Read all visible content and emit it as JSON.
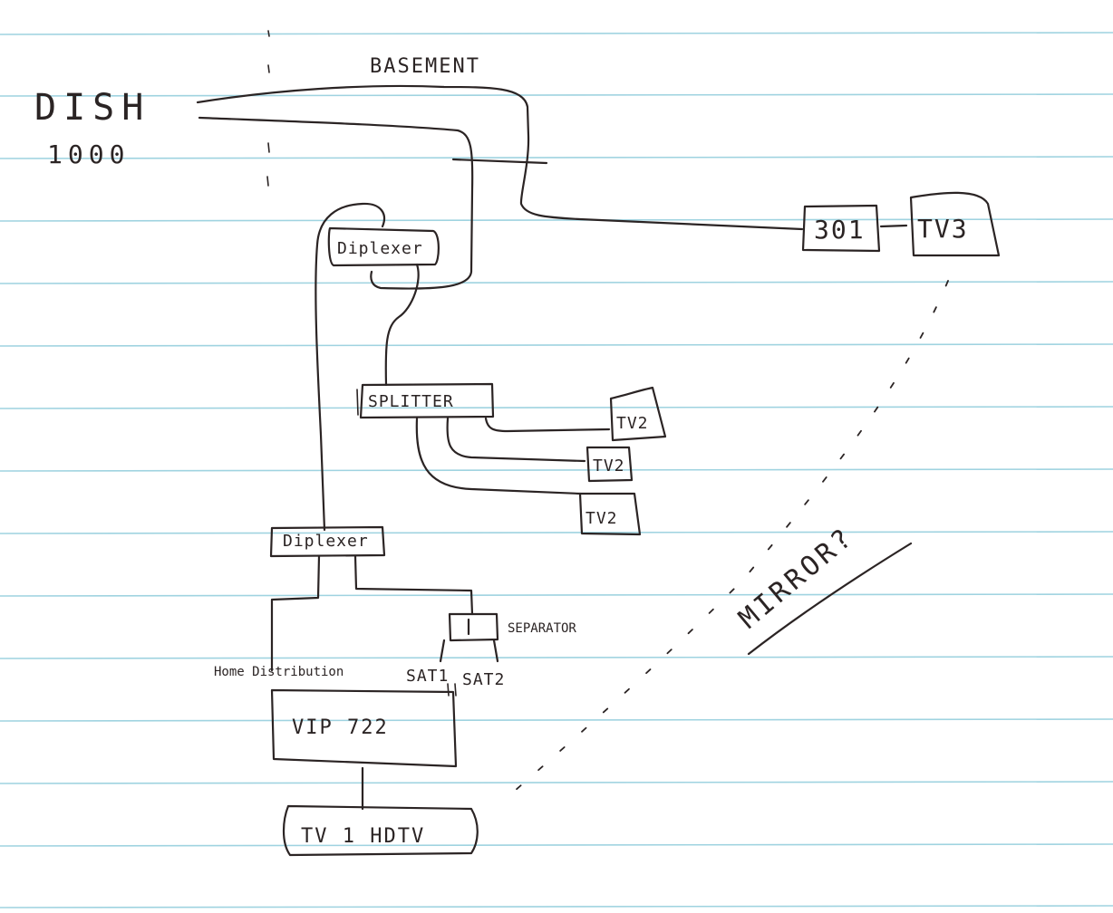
{
  "labels": {
    "dish_line1": "DISH",
    "dish_line2": "1000",
    "basement": "BASEMENT",
    "receiver_301": "301",
    "tv3": "TV3",
    "diplexer_top": "Diplexer",
    "splitter": "SPLITTER",
    "tv2_a": "TV2",
    "tv2_b": "TV2",
    "tv2_c": "TV2",
    "diplexer_bottom": "Diplexer",
    "separator": "SEPARATOR",
    "home_distribution": "Home Distribution",
    "sat1": "SAT1",
    "sat2": "SAT2",
    "vip722": "VIP 722",
    "tv1": "TV 1   HDTV",
    "mirror": "MIRROR?"
  },
  "colors": {
    "ink": "#2b2424",
    "rule": "#9fd3e0",
    "paper": "#ffffff"
  }
}
